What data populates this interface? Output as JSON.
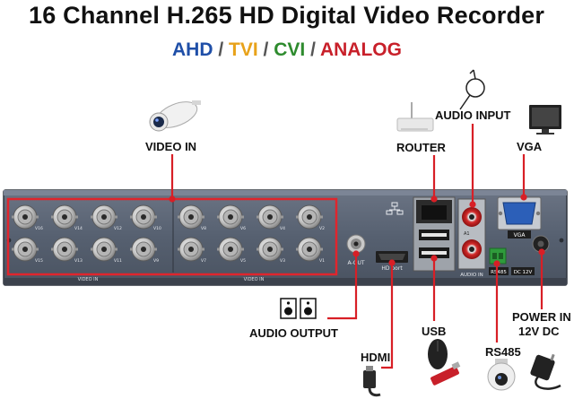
{
  "title": "16 Channel H.265 HD Digital Video Recorder",
  "formats": [
    {
      "label": "AHD",
      "color": "#1f4fa8"
    },
    {
      "label": "TVI",
      "color": "#e8a21a"
    },
    {
      "label": "CVI",
      "color": "#2e8b2e"
    },
    {
      "label": "ANALOG",
      "color": "#c8202a"
    }
  ],
  "separator": " / ",
  "colors": {
    "callout_line": "#d81f26",
    "panel": "#5d6676",
    "panel_dark": "#2f343d"
  },
  "callouts": {
    "video_in": "VIDEO IN",
    "audio_input": "AUDIO INPUT",
    "router": "ROUTER",
    "vga": "VGA",
    "audio_output": "AUDIO OUTPUT",
    "hdmi": "HDMI",
    "usb": "USB",
    "rs485": "RS485",
    "power_in": "POWER IN",
    "power_spec": "12V DC"
  },
  "panel_labels": {
    "video_in_left": "VIDEO IN",
    "video_in_right": "VIDEO IN",
    "a_out": "A-OUT",
    "hd_port": "HD port",
    "audio_in": "AUDIO IN",
    "vga": "VGA",
    "rs485": "RS485",
    "dc12v": "DC 12V",
    "a1": "A1"
  },
  "channels": {
    "top_left": [
      "V16",
      "V14",
      "V12",
      "V10"
    ],
    "bottom_left": [
      "V15",
      "V13",
      "V11",
      "V9"
    ],
    "top_right": [
      "V8",
      "V6",
      "V4",
      "V2"
    ],
    "bottom_right": [
      "V7",
      "V5",
      "V3",
      "V1"
    ]
  }
}
